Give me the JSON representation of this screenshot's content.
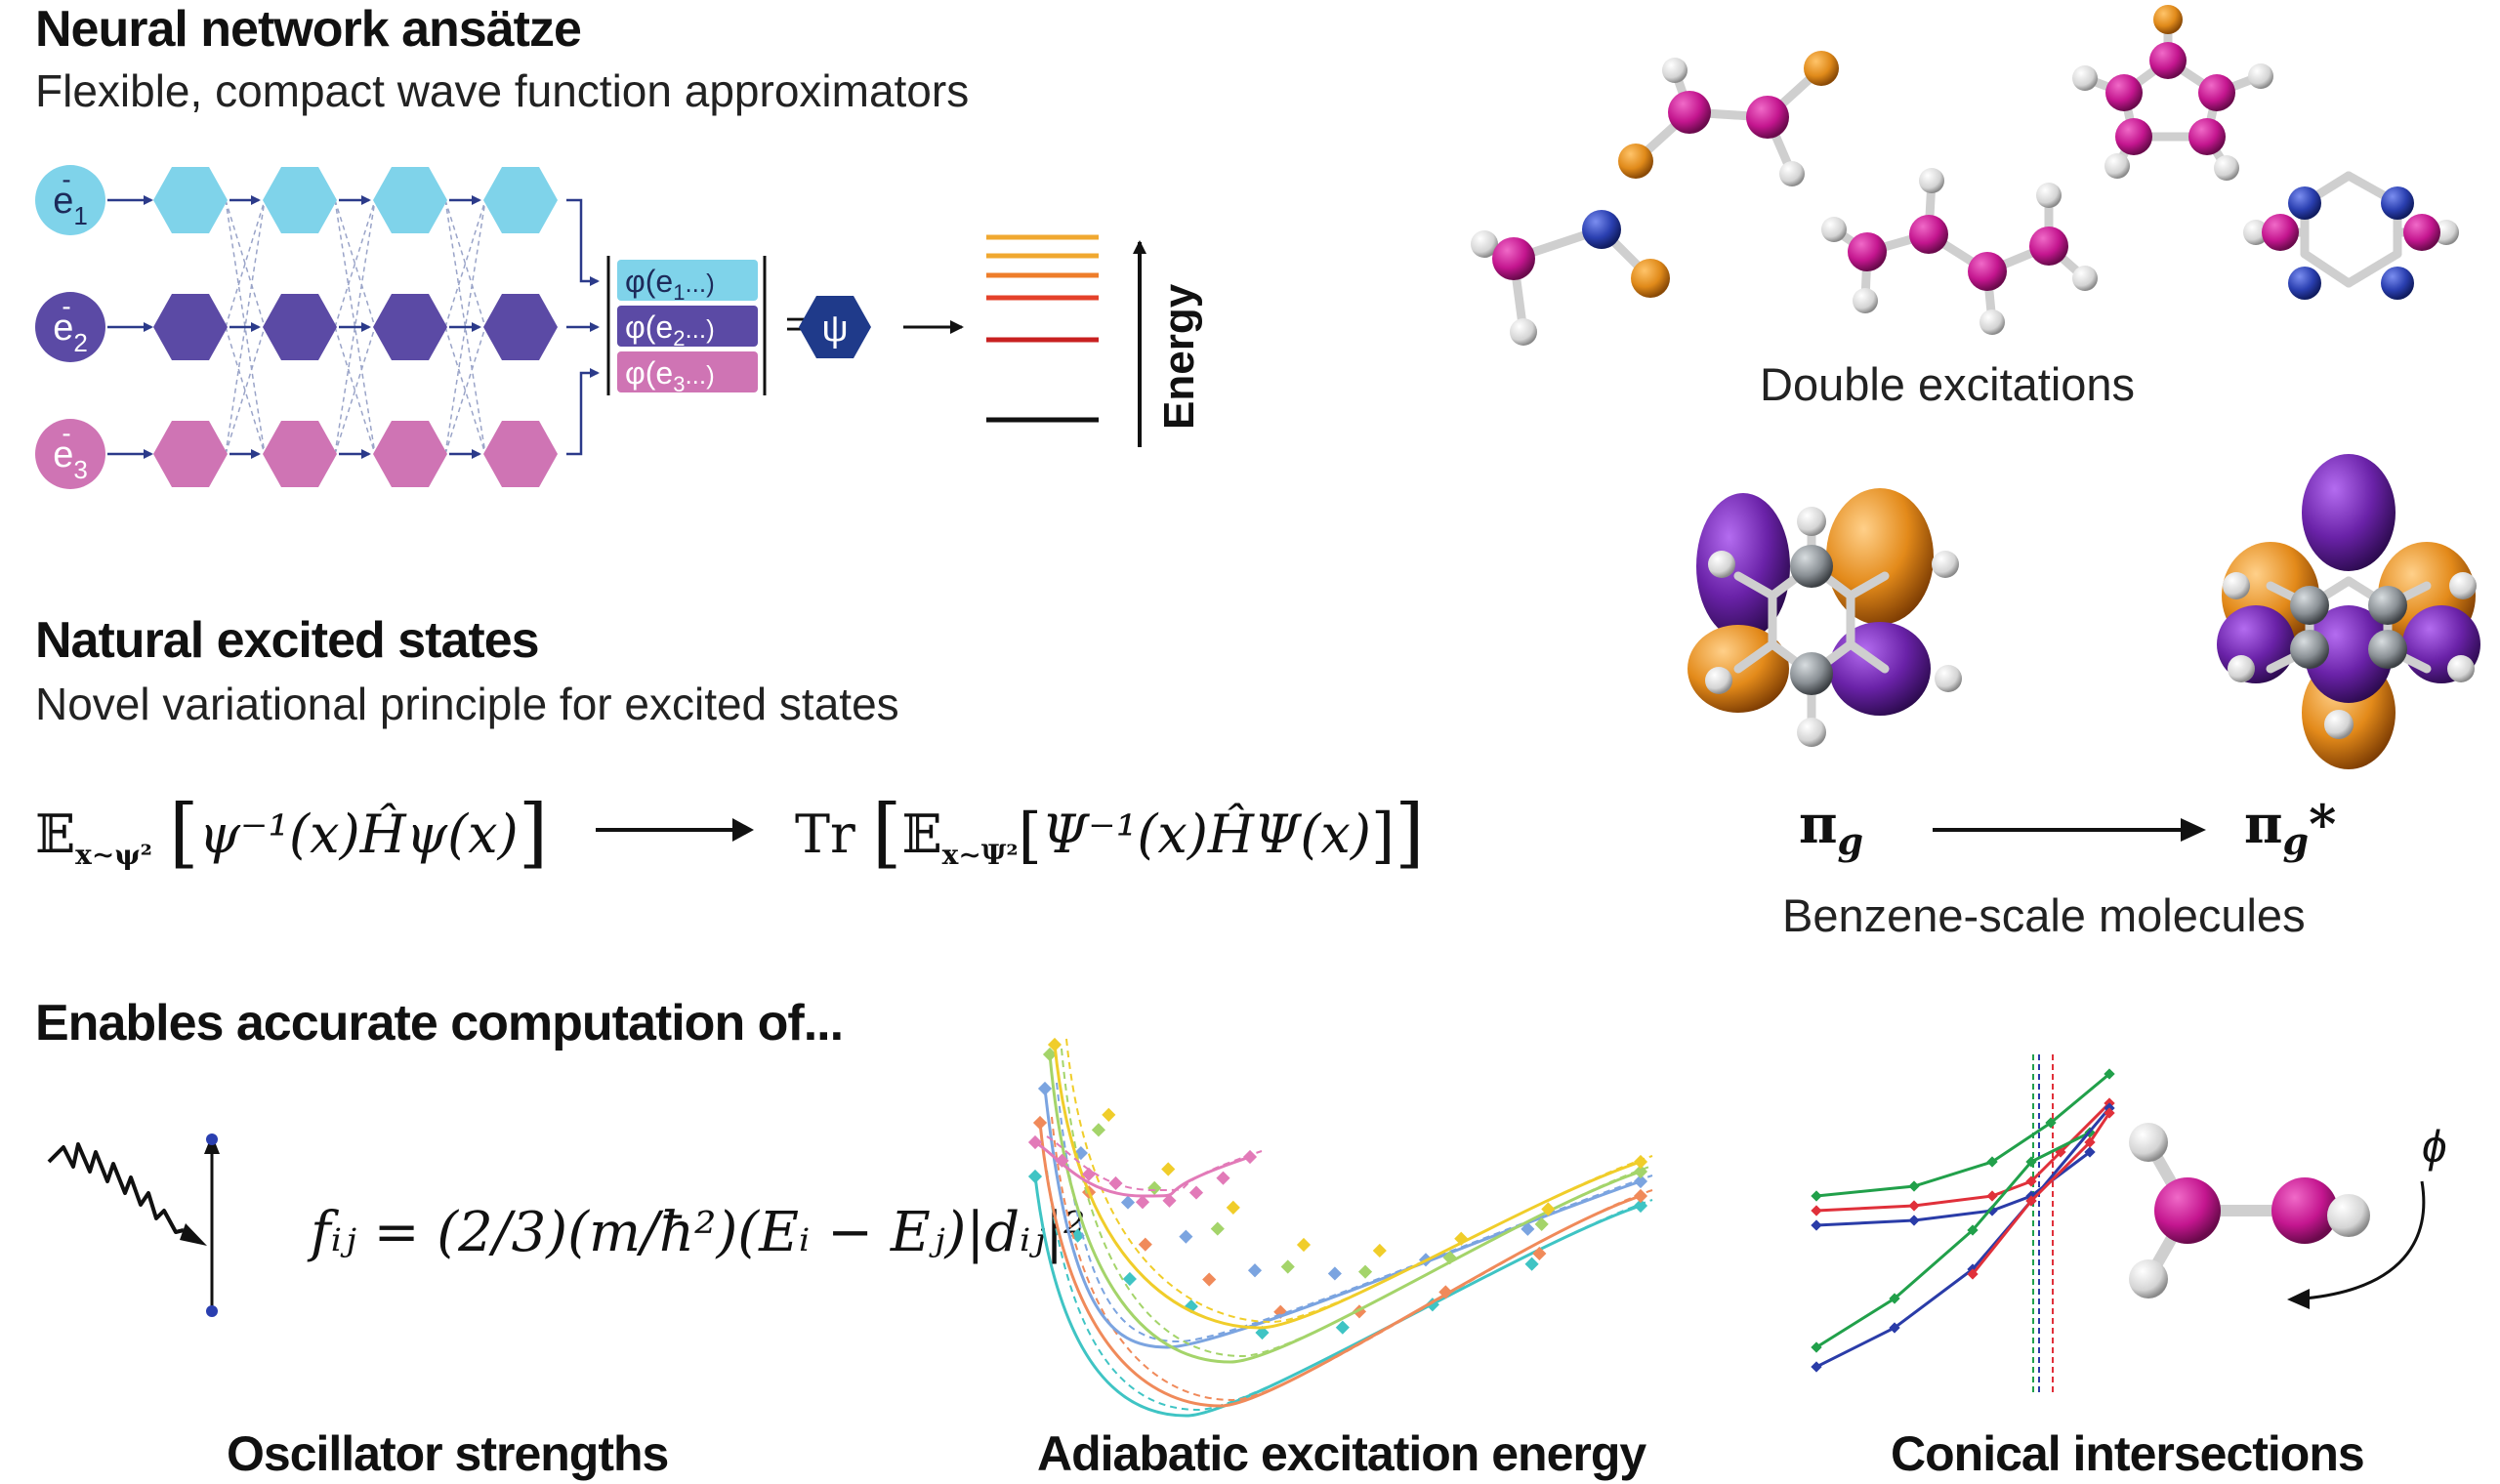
{
  "section1": {
    "title": "Neural network ansätze",
    "subtitle": "Flexible, compact wave function approximators"
  },
  "network": {
    "inputs": [
      {
        "label": "e",
        "sub": "1",
        "prefix": "-",
        "color": "#7fd3ea"
      },
      {
        "label": "e",
        "sub": "2",
        "prefix": "-",
        "color": "#5b4aa5"
      },
      {
        "label": "e",
        "sub": "3",
        "prefix": "-",
        "color": "#cf74b4"
      }
    ],
    "orbitals": [
      {
        "text": "φ(e",
        "sub": "1",
        "tail": "...)",
        "color": "#7fd3ea"
      },
      {
        "text": "φ(e",
        "sub": "2",
        "tail": "...)",
        "color": "#5b4aa5"
      },
      {
        "text": "φ(e",
        "sub": "3",
        "tail": "...)",
        "color": "#cf74b4"
      }
    ],
    "equals": "=",
    "psi": "ψ",
    "psi_color": "#1f3a8a",
    "energy_label": "Energy",
    "energy_levels": [
      "#f0a830",
      "#ee7d2a",
      "#e4412a",
      "#c82020",
      "#111111"
    ]
  },
  "section2": {
    "title": "Natural excited states",
    "subtitle": "Novel variational principle for excited states"
  },
  "equation1": {
    "left": "𝔼",
    "left_sub": "x∼ψ²",
    "left_body": "ψ⁻¹(x)Ĥψ(x)",
    "right_tr": "Tr",
    "right_e": "𝔼",
    "right_sub": "x∼Ψ²",
    "right_body": "Ψ⁻¹(x)ĤΨ(x)"
  },
  "double_excitations": {
    "label": "Double excitations"
  },
  "benzene": {
    "from": "π",
    "from_sub": "g",
    "to": "π",
    "to_sub": "g",
    "to_star": "*",
    "label": "Benzene-scale molecules"
  },
  "section3": {
    "title": "Enables accurate computation of..."
  },
  "oscillator": {
    "equation": "fᵢⱼ = (2/3)(m/ħ²)(Eᵢ − Eⱼ)|dᵢⱼ|²",
    "caption": "Oscillator strengths"
  },
  "adiabatic": {
    "caption": "Adiabatic excitation energy",
    "curve_colors": [
      "#3fc4c4",
      "#f08a5a",
      "#7ba4e0",
      "#a4d46a",
      "#f0cd2a",
      "#e27ab8"
    ]
  },
  "conical": {
    "caption": "Conical intersections",
    "angle_label": "ϕ",
    "line_colors": [
      "#21a04a",
      "#e0303a",
      "#2a3ca8"
    ]
  },
  "colors": {
    "atom_magenta": "#c4168f",
    "atom_orange": "#e08a1a",
    "atom_blue": "#2a3fb0",
    "atom_white": "#e8e8e8",
    "atom_grey": "#8a9095",
    "lobe_purple": "#6a22a8",
    "lobe_orange": "#e38a1a"
  }
}
